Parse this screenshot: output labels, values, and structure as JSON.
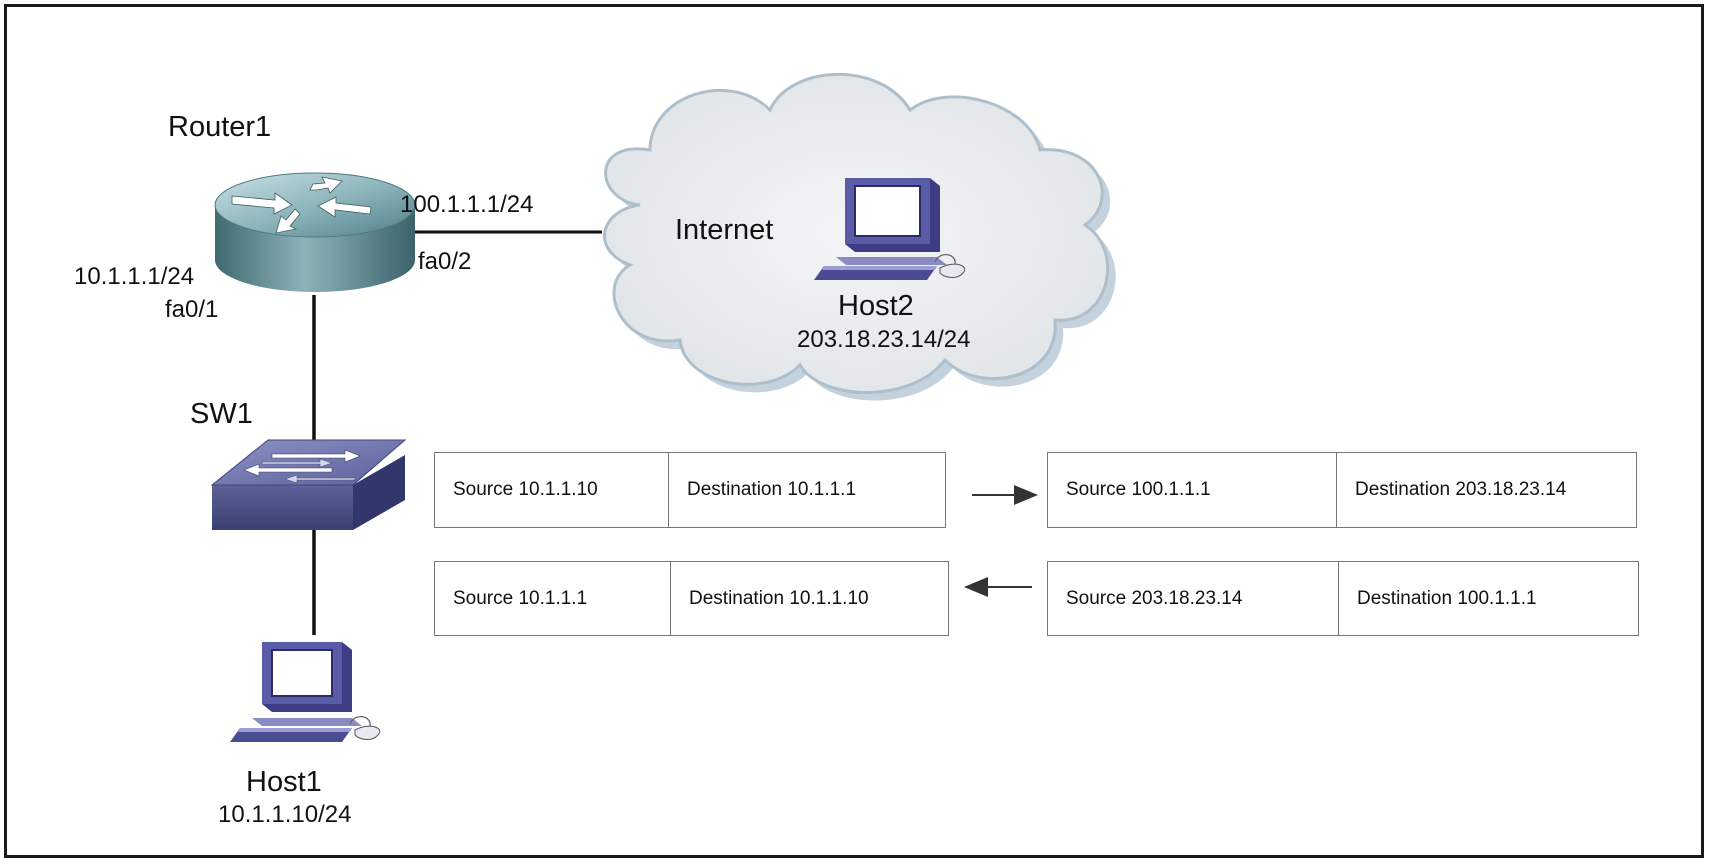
{
  "router": {
    "name": "Router1",
    "lan_ip": "10.1.1.1/24",
    "lan_if": "fa0/1",
    "wan_ip": "100.1.1.1/24",
    "wan_if": "fa0/2"
  },
  "switch": {
    "name": "SW1"
  },
  "host1": {
    "name": "Host1",
    "ip": "10.1.1.10/24"
  },
  "internet": {
    "label": "Internet"
  },
  "host2": {
    "name": "Host2",
    "ip": "203.18.23.14/24"
  },
  "packets": {
    "out_inside": {
      "src": "Source 10.1.1.10",
      "dst": "Destination 10.1.1.1"
    },
    "out_outside": {
      "src": "Source 100.1.1.1",
      "dst": "Destination 203.18.23.14"
    },
    "in_inside": {
      "src": "Source 10.1.1.1",
      "dst": "Destination 10.1.1.10"
    },
    "in_outside": {
      "src": "Source 203.18.23.14",
      "dst": "Destination 100.1.1.1"
    }
  },
  "colors": {
    "cloud_fill": "#e9ecee",
    "cloud_edge": "#b7c8d6",
    "router_body": "#5e8f96",
    "switch_body": "#545a8c",
    "pc_body": "#3e3f86"
  }
}
